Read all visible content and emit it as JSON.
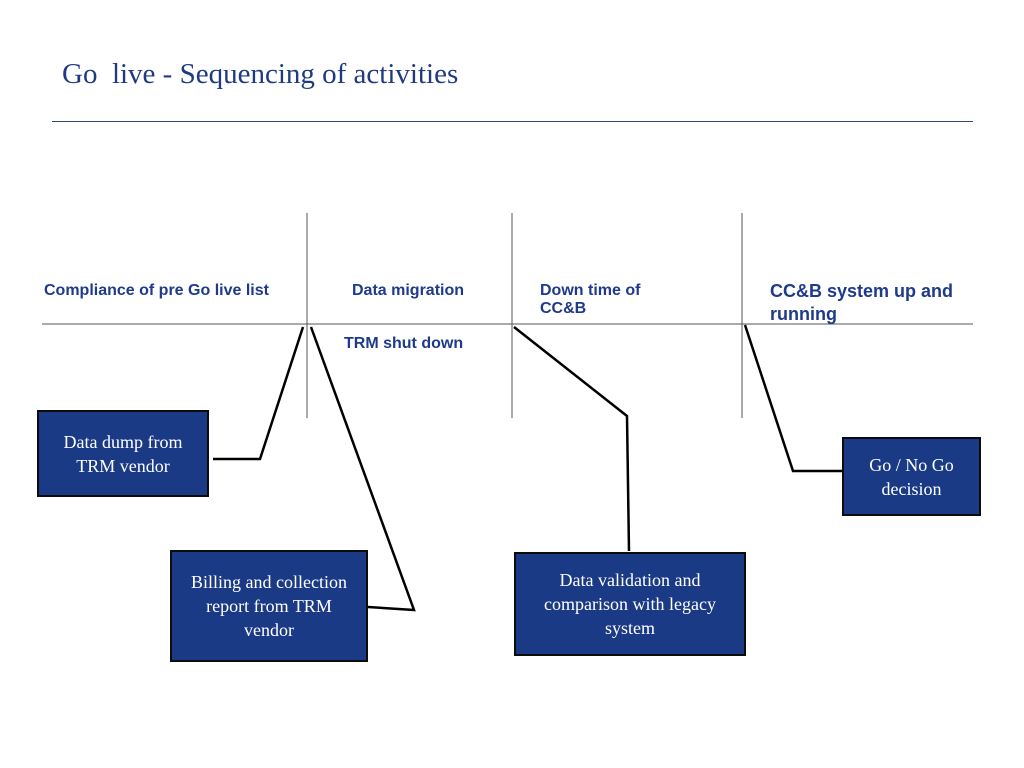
{
  "slide": {
    "title": "Go  live - Sequencing of activities"
  },
  "timeline": {
    "phases": [
      "Compliance of pre Go live list",
      "Data migration",
      "Down time of CC&B",
      "CC&B system up and running"
    ],
    "sub_label": "TRM shut down"
  },
  "activities": [
    "Data dump from TRM vendor",
    "Billing and collection report from TRM vendor",
    "Data validation and comparison with legacy system",
    "Go / No Go decision"
  ],
  "colors": {
    "title": "#1f3a80",
    "label": "#1f3a8a",
    "box_fill": "#1b3a86",
    "box_text": "#ffffff",
    "line": "#000000"
  }
}
